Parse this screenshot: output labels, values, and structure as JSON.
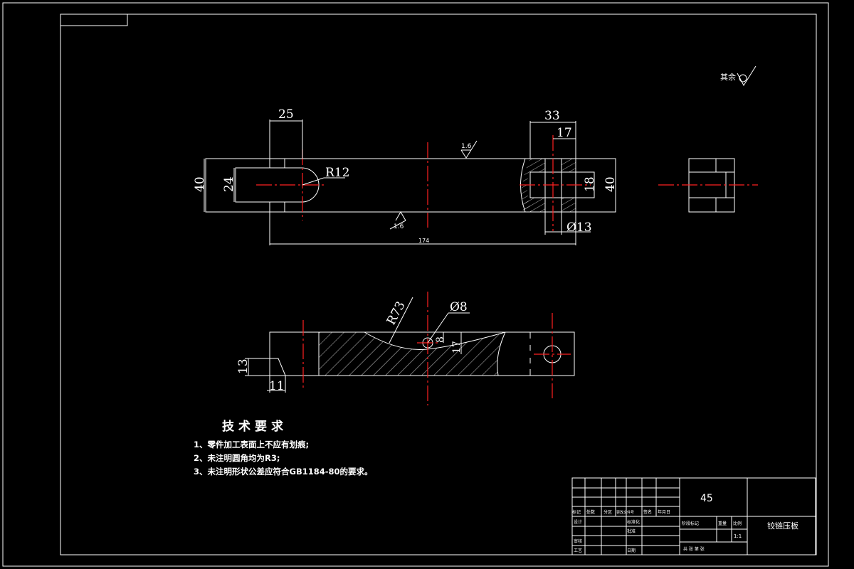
{
  "drawing": {
    "roughness_note": "其余",
    "surface_roughness": "1.6",
    "dimensions": {
      "top_slot_width": "25",
      "top_right_width": "33",
      "top_right_inner": "17",
      "height_left": "40",
      "slot_height": "24",
      "slot_radius": "R12",
      "hole_height": "18",
      "height_right": "40",
      "hole_diameter": "Ø13",
      "overall_length": "174",
      "arc_radius": "R73",
      "small_hole": "Ø8",
      "depth_8": "8",
      "depth_17": "17",
      "step_height": "13",
      "step_width": "11"
    }
  },
  "tech_requirements": {
    "title": "技术要求",
    "items": [
      "1、零件加工表面上不应有划痕;",
      "2、未注明圆角均为R3;",
      "3、未注明形状公差应符合GB1184-80的要求。"
    ]
  },
  "title_block": {
    "material": "45",
    "part_name": "铰链压板",
    "scale_value": "1:1",
    "headers": [
      "标记",
      "处数",
      "分区",
      "更改文件号",
      "签名",
      "年月日"
    ],
    "left_labels": [
      "设计",
      "审核",
      "工艺"
    ],
    "mid_labels": [
      "标准化",
      "批准",
      "日期",
      "阶段标记",
      "重量",
      "比例"
    ],
    "footer": "共 张 第 张"
  }
}
